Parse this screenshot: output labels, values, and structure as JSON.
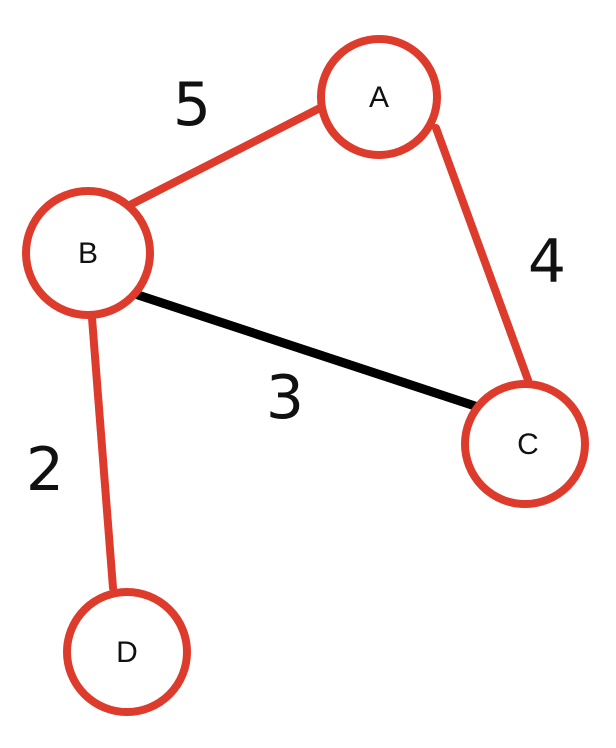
{
  "colors": {
    "node_stroke": "#dd3b2c",
    "node_fill": "#ffffff",
    "edge_default": "#dd3b2c",
    "edge_highlight": "#000000",
    "text": "#111111"
  },
  "nodes": [
    {
      "id": "A",
      "label": "A"
    },
    {
      "id": "B",
      "label": "B"
    },
    {
      "id": "C",
      "label": "C"
    },
    {
      "id": "D",
      "label": "D"
    }
  ],
  "edges": [
    {
      "from": "B",
      "to": "A",
      "weight": "5",
      "highlighted": false
    },
    {
      "from": "A",
      "to": "C",
      "weight": "4",
      "highlighted": false
    },
    {
      "from": "B",
      "to": "C",
      "weight": "3",
      "highlighted": true
    },
    {
      "from": "B",
      "to": "D",
      "weight": "2",
      "highlighted": false
    }
  ]
}
